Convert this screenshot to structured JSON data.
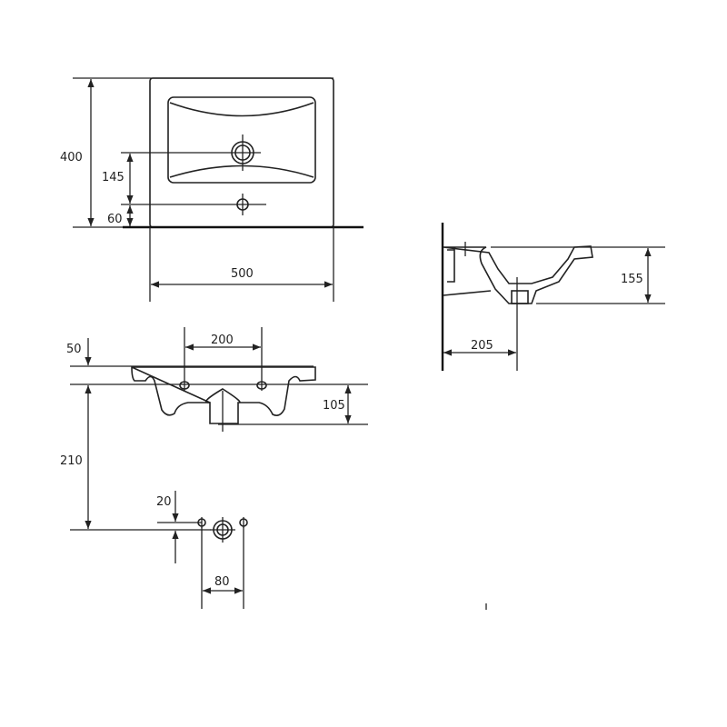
{
  "top_view": {
    "width_label": "500",
    "depth_label": "400",
    "drain_offset_label": "145",
    "tap_offset_label": "60"
  },
  "front_view": {
    "tap_holes_spacing_label": "200",
    "counter_thickness_label": "50",
    "bowl_depth_label": "105",
    "drain_height_label": "210",
    "hole_offset_label": "20",
    "hole_spacing_label": "80"
  },
  "side_view": {
    "bowl_height_label": "155",
    "drain_distance_label": "205"
  }
}
